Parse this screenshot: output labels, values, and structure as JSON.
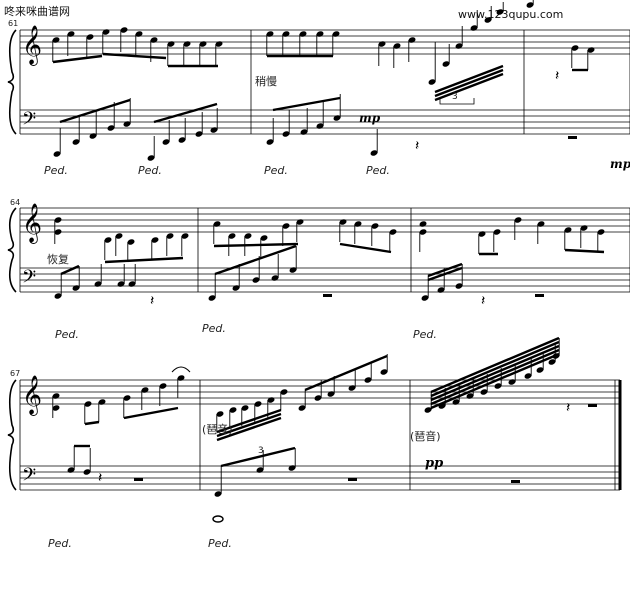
{
  "watermark_left": "咚来咪曲谱网",
  "watermark_right": "www.123qupu.com",
  "systems": [
    {
      "measure_start": "61"
    },
    {
      "measure_start": "64"
    },
    {
      "measure_start": "67"
    }
  ],
  "annotations": {
    "slow": "稍慢",
    "restore": "恢复",
    "glissando_1": "(琶音)",
    "glissando_2": "(琶音)",
    "triplet_1": "3",
    "triplet_2": "3"
  },
  "dynamics": {
    "mp_1": "mp",
    "mp_2": "mp",
    "pp": "pp"
  },
  "pedal_mark": "Ped."
}
